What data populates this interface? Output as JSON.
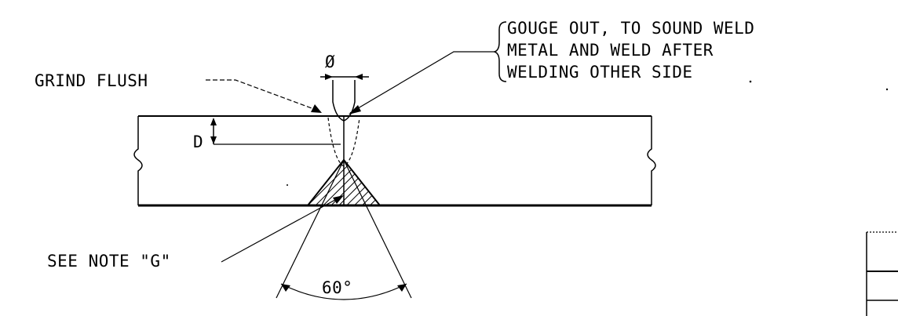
{
  "labels": {
    "grind_flush": "GRIND FLUSH",
    "gouge_line1": "GOUGE OUT, TO SOUND WELD",
    "gouge_line2": "METAL AND WELD AFTER",
    "gouge_line3": "WELDING OTHER SIDE",
    "diameter_symbol": "Ø",
    "depth": "D",
    "see_note": "SEE NOTE \"G\"",
    "angle": "60°"
  }
}
